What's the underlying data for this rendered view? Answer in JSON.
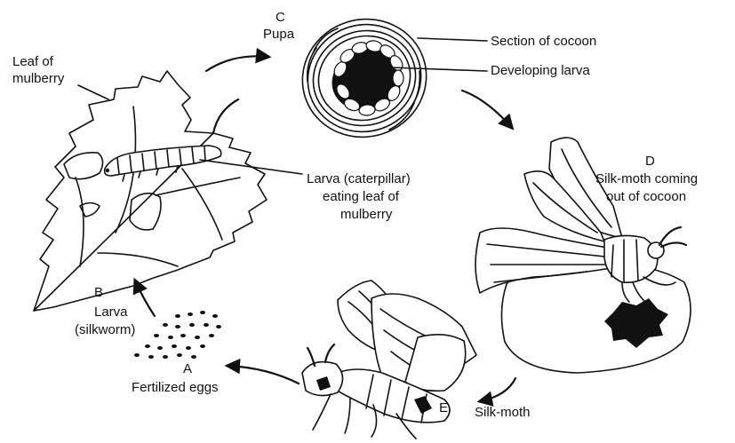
{
  "labels": {
    "leaf": [
      "Leaf of",
      "mulberry"
    ],
    "pupa_letter": "C",
    "pupa": "Pupa",
    "section_of_cocoon": "Section of cocoon",
    "developing_larva": "Developing larva",
    "larva_caterpillar": [
      "Larva (caterpillar)",
      "eating leaf of",
      "mulberry"
    ],
    "moth_letter_d": "D",
    "moth_emerging": [
      "Silk-moth coming",
      "out of cocoon"
    ],
    "larva_letter": "B",
    "larva_silkworm": [
      "Larva",
      "(silkworm)"
    ],
    "eggs_letter": "A",
    "eggs": "Fertilized eggs",
    "moth_letter_e": "E",
    "silk_moth": "Silk-moth"
  },
  "icons": [
    "mulberry-leaf",
    "silkworm-larva",
    "cocoon-section",
    "emerging-moth",
    "adult-silk-moth",
    "eggs-cluster",
    "cycle-arrow"
  ]
}
